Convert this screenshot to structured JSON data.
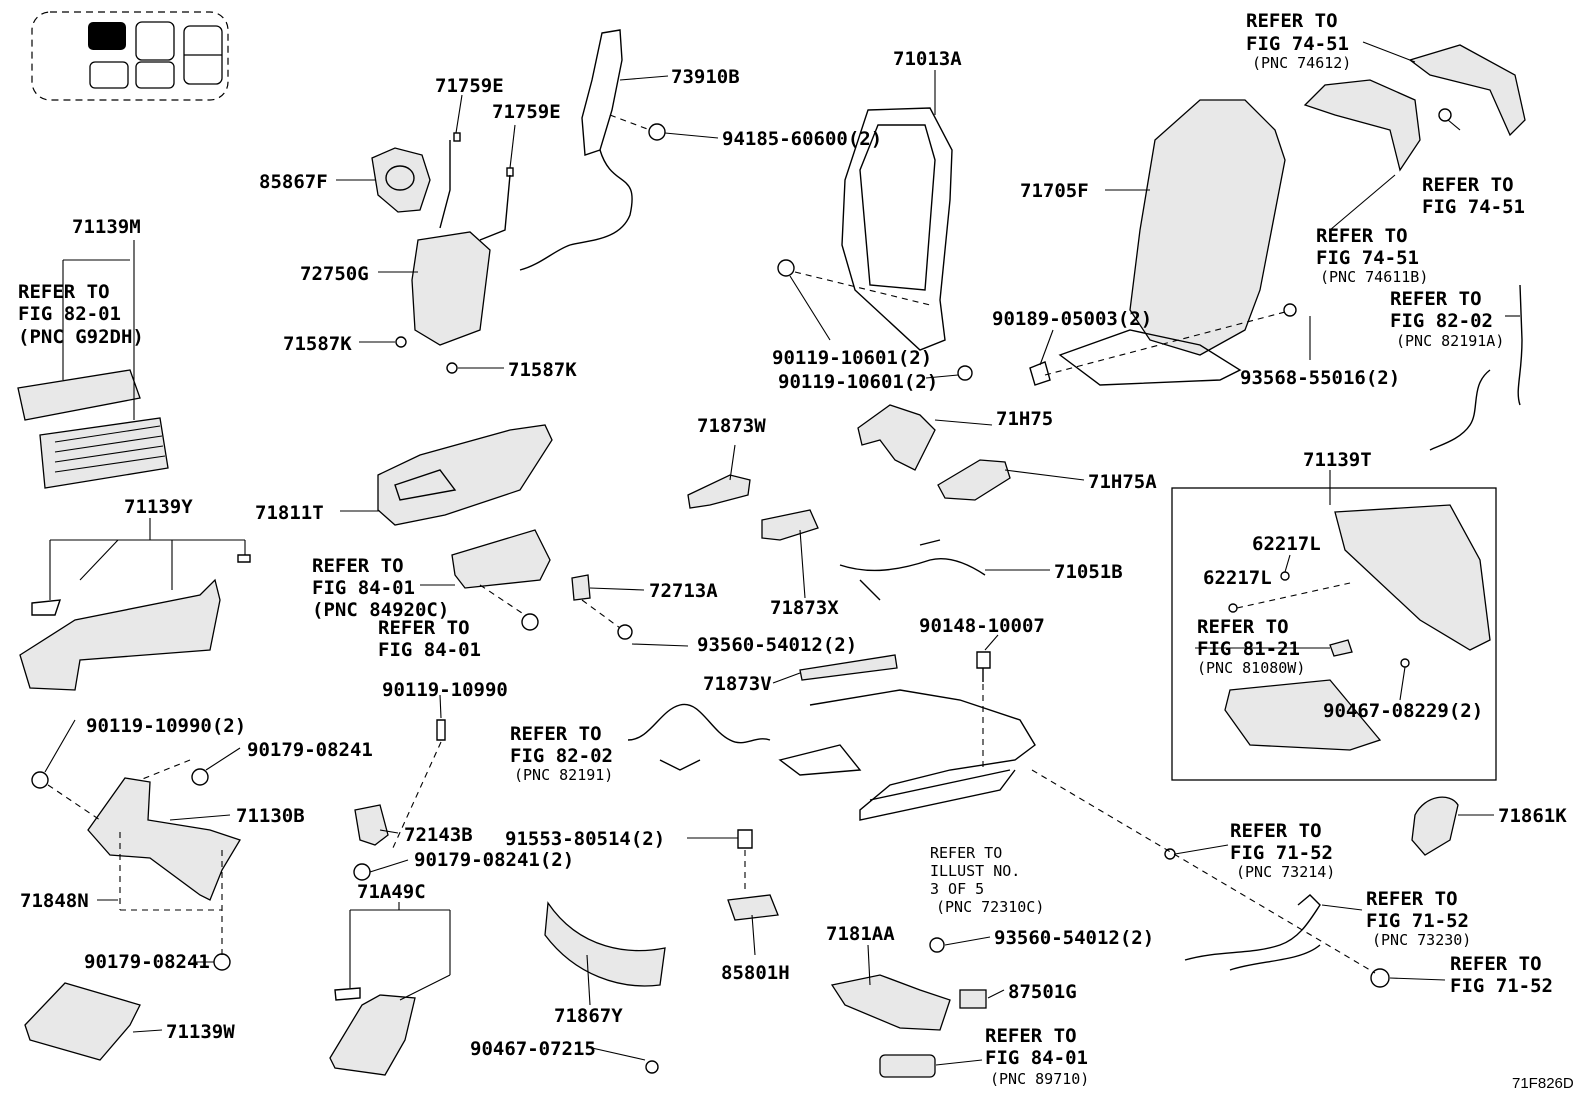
{
  "labels": {
    "p71759E_a": "71759E",
    "p71759E_b": "71759E",
    "p73910B": "73910B",
    "p94185": "94185-60600(2)",
    "p71013A": "71013A",
    "p71705F": "71705F",
    "p85867F": "85867F",
    "p72750G": "72750G",
    "p71587K_a": "71587K",
    "p71587K_b": "71587K",
    "p71139M": "71139M",
    "p90119_10601_a": "90119-10601(2)",
    "p90119_10601_b": "90119-10601(2)",
    "p90189": "90189-05003(2)",
    "p93568": "93568-55016(2)",
    "p71H75": "71H75",
    "p71H75A": "71H75A",
    "p71873W": "71873W",
    "p71811T": "71811T",
    "p71139Y": "71139Y",
    "p71139T": "71139T",
    "p62217L_a": "62217L",
    "p62217L_b": "62217L",
    "p90467_08229": "90467-08229(2)",
    "p72713A": "72713A",
    "p71873X": "71873X",
    "p71051B": "71051B",
    "p93560_a": "93560-54012(2)",
    "p90148": "90148-10007",
    "p71873V": "71873V",
    "p90119_10990_a": "90119-10990",
    "p90119_10990_b": "90119-10990(2)",
    "p90179_a": "90179-08241",
    "p71130B": "71130B",
    "p72143B": "72143B",
    "p90179_b": "90179-08241(2)",
    "p91553": "91553-80514(2)",
    "p71848N": "71848N",
    "p90179_c": "90179-08241",
    "p71A49C": "71A49C",
    "p71139W": "71139W",
    "p71867Y": "71867Y",
    "p85801H": "85801H",
    "p90467_07215": "90467-07215",
    "p7181AA": "7181AA",
    "p93560_b": "93560-54012(2)",
    "p87501G": "87501G",
    "p71861K": "71861K"
  },
  "refers": {
    "r74_51_top": [
      "REFER TO",
      "FIG 74-51",
      "(PNC 74612)"
    ],
    "r74_51_right": [
      "REFER TO",
      "FIG 74-51"
    ],
    "r74_51_mid": [
      "REFER TO",
      "FIG 74-51",
      "(PNC 74611B)"
    ],
    "r82_02_right": [
      "REFER TO",
      "FIG 82-02",
      "(PNC 82191A)"
    ],
    "r82_01": [
      "REFER TO",
      "FIG 82-01",
      "(PNC G92DH)"
    ],
    "r84_01_a": [
      "REFER TO",
      "FIG 84-01",
      "(PNC 84920C)"
    ],
    "r84_01_b": [
      "REFER TO",
      "FIG 84-01"
    ],
    "r81_21": [
      "REFER TO",
      "FIG 81-21",
      "(PNC 81080W)"
    ],
    "r82_02_mid": [
      "REFER TO",
      "FIG 82-02",
      "(PNC 82191)"
    ],
    "r_illust": [
      "REFER TO",
      "ILLUST NO.",
      "3 OF 5",
      "(PNC 72310C)"
    ],
    "r71_52_a": [
      "REFER TO",
      "FIG 71-52",
      "(PNC 73214)"
    ],
    "r71_52_b": [
      "REFER TO",
      "FIG 71-52",
      "(PNC 73230)"
    ],
    "r71_52_c": [
      "REFER TO",
      "FIG 71-52"
    ],
    "r84_01_c": [
      "REFER TO",
      "FIG 84-01",
      "(PNC 89710)"
    ]
  },
  "footer_code": "71F826D"
}
